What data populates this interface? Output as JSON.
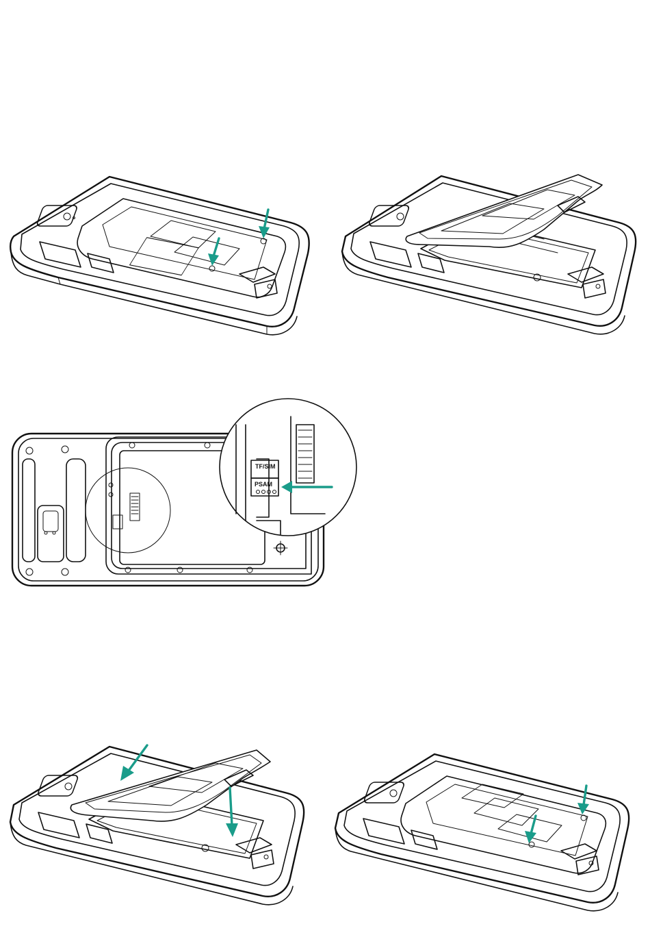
{
  "colors": {
    "accent": "#1a9c8a",
    "line": "#111111",
    "background": "#ffffff"
  },
  "steps": [
    {
      "id": 1,
      "view": "device-back-cover-closed",
      "arrows": 2
    },
    {
      "id": 2,
      "view": "device-back-cover-open",
      "arrows": 0
    },
    {
      "id": 3,
      "view": "battery-compartment-with-card-slot-detail",
      "arrows": 1
    },
    {
      "id": 4,
      "view": "device-cover-reinsert",
      "arrows": 2
    },
    {
      "id": 5,
      "view": "device-back-cover-closed-screws",
      "arrows": 2
    }
  ],
  "detail": {
    "slot_label_1": "TF/SIM",
    "slot_label_2": "PSAM"
  }
}
